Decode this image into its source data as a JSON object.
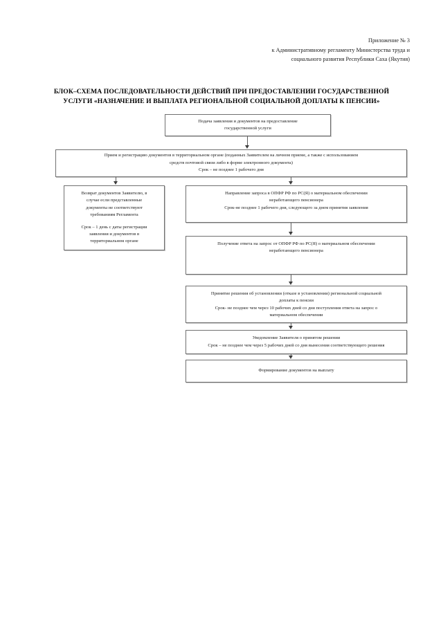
{
  "header": {
    "lines": [
      "Приложение № 3",
      "к Административному регламенту Министерства труда и",
      "социального развития Республики Саха (Якутия)"
    ]
  },
  "title": {
    "line1": "БЛОК–СХЕМА ПОСЛЕДОВАТЕЛЬНОСТИ ДЕЙСТВИЙ ПРИ ПРЕДОСТАВЛЕНИИ ГОСУДАРСТВЕННОЙ",
    "line2": "УСЛУГИ «НАЗНАЧЕНИЕ И ВЫПЛАТА РЕГИОНАЛЬНОЙ СОЦИАЛЬНОЙ ДОПЛАТЫ К ПЕНСИИ»"
  },
  "flowchart": {
    "nodes": {
      "application": {
        "name": "Подача заявления и документов",
        "line1": "Подача заявления и документов на предоставление",
        "line2": "государственной услуги"
      },
      "registration": {
        "name": "Прием и регистрация документов",
        "line1": "Прием и регистрацию документов в территориальном органе (поданных Заявителем на личном приеме, а также с использованием",
        "line2": "средств почтовой связи либо в форме электронного документа)",
        "line3": "Срок – не позднее 1 рабочего дня"
      },
      "return": {
        "name": "Возврат документов Заявителю",
        "line1": "Возврат документов Заявителю, в",
        "line2": "случае если представленные",
        "line3": "документы не соответствуют",
        "line4": "требованиям Регламента",
        "line5": "Срок – 1 день с даты регистрации",
        "line6": "заявления и документов в",
        "line7": "территориальном органе"
      },
      "request": {
        "name": "Направление запроса в ОПФР",
        "line1": "Направление запроса в ОПФР РФ по РС(Я) о материальном обеспечении",
        "line2": "неработающего пенсионера",
        "line3": "Срок-не позднее 1 рабочего дня, следующего за днем принятия заявления"
      },
      "response": {
        "name": "Получение ответа на запрос",
        "line1": "Получение ответа на запрос от ОПФР РФ по РС(Я) о материальном обеспечении",
        "line2": "неработающего пенсионера"
      },
      "decision": {
        "name": "Принятие решения",
        "line1": "Принятие решения об установлении (отказе в установлении) региональной социальной",
        "line2": "доплаты к пенсии",
        "line3": "Срок- не позднее чем через 10 рабочих дней со дня поступления ответа на запрос о",
        "line4": "материальном обеспечении"
      },
      "notification": {
        "name": "Уведомление Заявителя",
        "line1": "Уведомление Заявителя о принятом решении",
        "line2": "Срок – не позднее чем через 5 рабочих дней со дня вынесения соответствующего решения"
      },
      "payment": {
        "name": "Формирование документов на выплату",
        "line1": "Формирование документов на выплату"
      }
    },
    "colors": {
      "box_border": "#6f6f6f",
      "connector": "#5c5c5c",
      "arrowhead": "#3d3d3d",
      "text": "#1a1a1a",
      "page_background": "#ffffff"
    }
  }
}
